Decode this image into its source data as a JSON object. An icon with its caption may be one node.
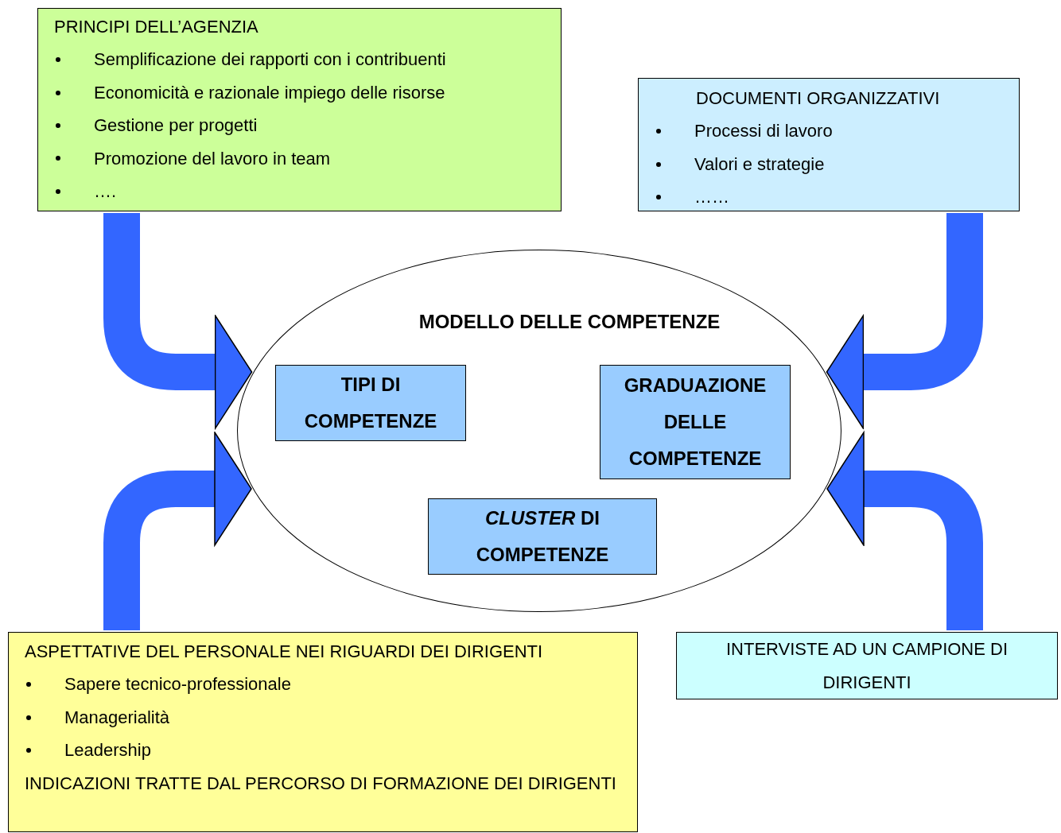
{
  "diagram": {
    "nodes": [
      {
        "text": [
          "PRINCIPI DELL’AGENZIA",
          "Semplificazione dei rapporti con i contribuenti",
          "Economicità e razionale impiego delle risorse",
          "Gestione per progetti",
          "Promozione del lavoro in team",
          "…."
        ]
      },
      {
        "text": [
          "DOCUMENTI ORGANIZZATIVI",
          "Processi di lavoro",
          "Valori e strategie",
          "……"
        ]
      },
      {
        "text": [
          "MODELLO DELLE COMPETENZE"
        ]
      },
      {
        "text": [
          "TIPI DI COMPETENZE"
        ],
        "in": 2
      },
      {
        "text": [
          "GRADUAZIONE DELLE COMPETENZE"
        ],
        "in": 2
      },
      {
        "text": [
          "*CLUSTER* DI COMPETENZE"
        ],
        "in": 2
      },
      {
        "text": [
          "ASPETTATIVE DEL PERSONALE NEI RIGUARDI DEI DIRIGENTI",
          "Sapere tecnico-professionale",
          "Managerialità",
          "Leadership",
          "INDICAZIONI TRATTE DAL PERCORSO DI FORMAZIONE DEI DIRIGENTI"
        ]
      },
      {
        "text": [
          "INTERVISTE AD UN CAMPIONE DI DIRIGENTI"
        ]
      }
    ],
    "edges": [
      {
        "from": 0,
        "to": 2,
        "arrow": "to"
      },
      {
        "from": 1,
        "to": 2,
        "arrow": "to"
      },
      {
        "from": 6,
        "to": 2,
        "arrow": "to"
      },
      {
        "from": 7,
        "to": 2,
        "arrow": "to"
      }
    ]
  }
}
